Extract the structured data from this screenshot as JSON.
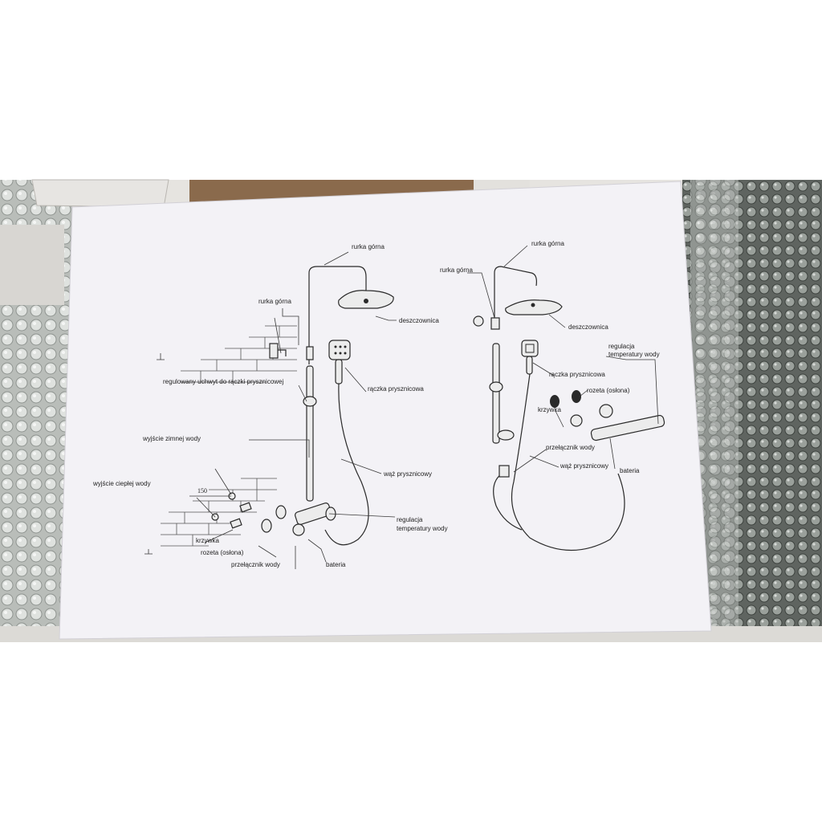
{
  "colors": {
    "background": "#ffffff",
    "paper": "#f3f2f6",
    "cardboard": "#8a6a4c",
    "box": "#e7e5e2",
    "bubble_wrap": "#c8ccc8",
    "ink": "#2a2a2a"
  },
  "left_diagram": {
    "rurka_gorna_top": "rurka górna",
    "rurka_gorna_mid": "rurka górna",
    "deszczownica": "deszczownica",
    "uchwyt": "regulowany uchwyt do rączki prysznicowej",
    "raczka": "rączka prysznicowa",
    "wyjscie_zimnej": "wyjście zimnej wody",
    "wyjscie_cieplej": "wyjście ciepłej wody",
    "dimension": "150",
    "waz": "wąż prysznicowy",
    "regulacja_1": "regulacja",
    "regulacja_2": "temperatury  wody",
    "krzywka": "krzywka",
    "rozeta": "rozeta (osłona)",
    "przelacznik": "przełącznik wody",
    "bateria": "bateria"
  },
  "right_diagram": {
    "rurka_gorna_left": "rurka górna",
    "rurka_gorna_right": "rurka górna",
    "deszczownica": "deszczownica",
    "regulacja_1": "regulacja",
    "regulacja_2": "temperatury  wody",
    "raczka": "rączka prysznicowa",
    "rozeta": "rozeta (osłona)",
    "krzywka": "krzywka",
    "przelacznik": "przełącznik wody",
    "waz": "wąż prysznicowy",
    "bateria": "bateria"
  }
}
